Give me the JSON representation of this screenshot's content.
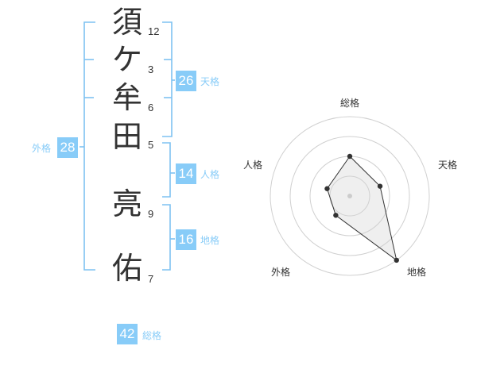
{
  "colors": {
    "accent": "#88ccf8",
    "bracket": "#7ec2f2",
    "text": "#333333"
  },
  "name_chars": [
    "須",
    "ケ",
    "牟",
    "田",
    "亮",
    "佑"
  ],
  "stroke_counts": [
    "12",
    "3",
    "6",
    "5",
    "9",
    "7"
  ],
  "kakusu": {
    "tenkaku": {
      "value": "26",
      "label": "天格"
    },
    "jinkaku": {
      "value": "14",
      "label": "人格"
    },
    "chikaku": {
      "value": "16",
      "label": "地格"
    },
    "gaikaku": {
      "value": "28",
      "label": "外格"
    },
    "soukaku": {
      "value": "42",
      "label": "総格"
    }
  },
  "radar": {
    "axes": [
      "総格",
      "天格",
      "地格",
      "外格",
      "人格"
    ],
    "rings": 4
  },
  "chart_data": {
    "type": "radar",
    "categories": [
      "総格",
      "天格",
      "地格",
      "外格",
      "人格"
    ],
    "values": [
      2.5,
      2,
      5,
      1.5,
      1.5
    ],
    "range": [
      0,
      5
    ]
  }
}
